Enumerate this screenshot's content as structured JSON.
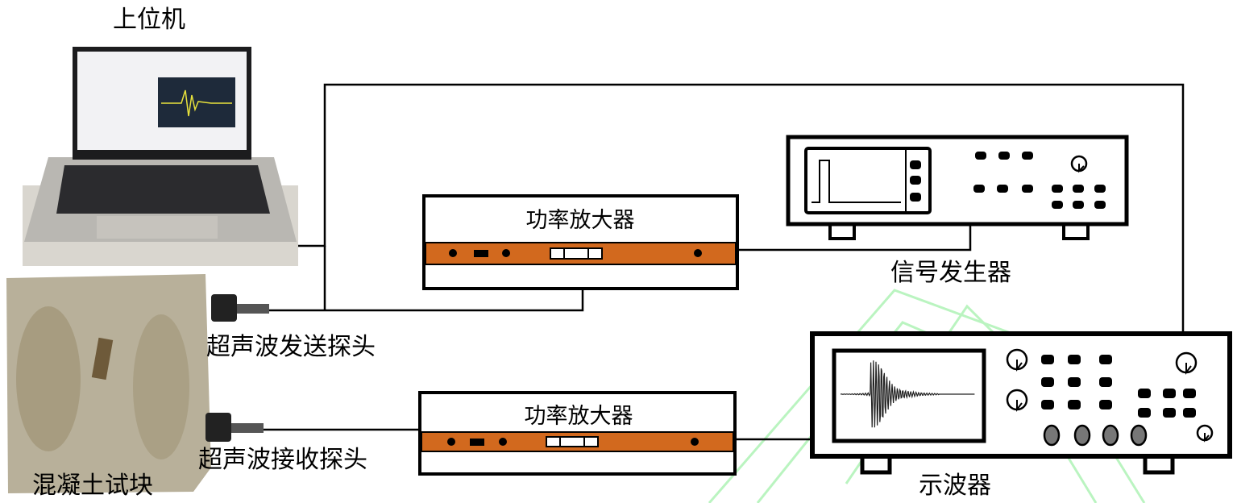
{
  "labels": {
    "host_computer": "上位机",
    "power_amplifier_top": "功率放大器",
    "power_amplifier_bottom": "功率放大器",
    "signal_generator": "信号发生器",
    "transmit_probe": "超声波发送探头",
    "receive_probe": "超声波接收探头",
    "concrete_specimen": "混凝土试块",
    "oscilloscope": "示波器"
  },
  "colors": {
    "amplifier_strip": "#d2691e",
    "watermark": "#7fe38a",
    "concrete": "#b8b09a"
  }
}
